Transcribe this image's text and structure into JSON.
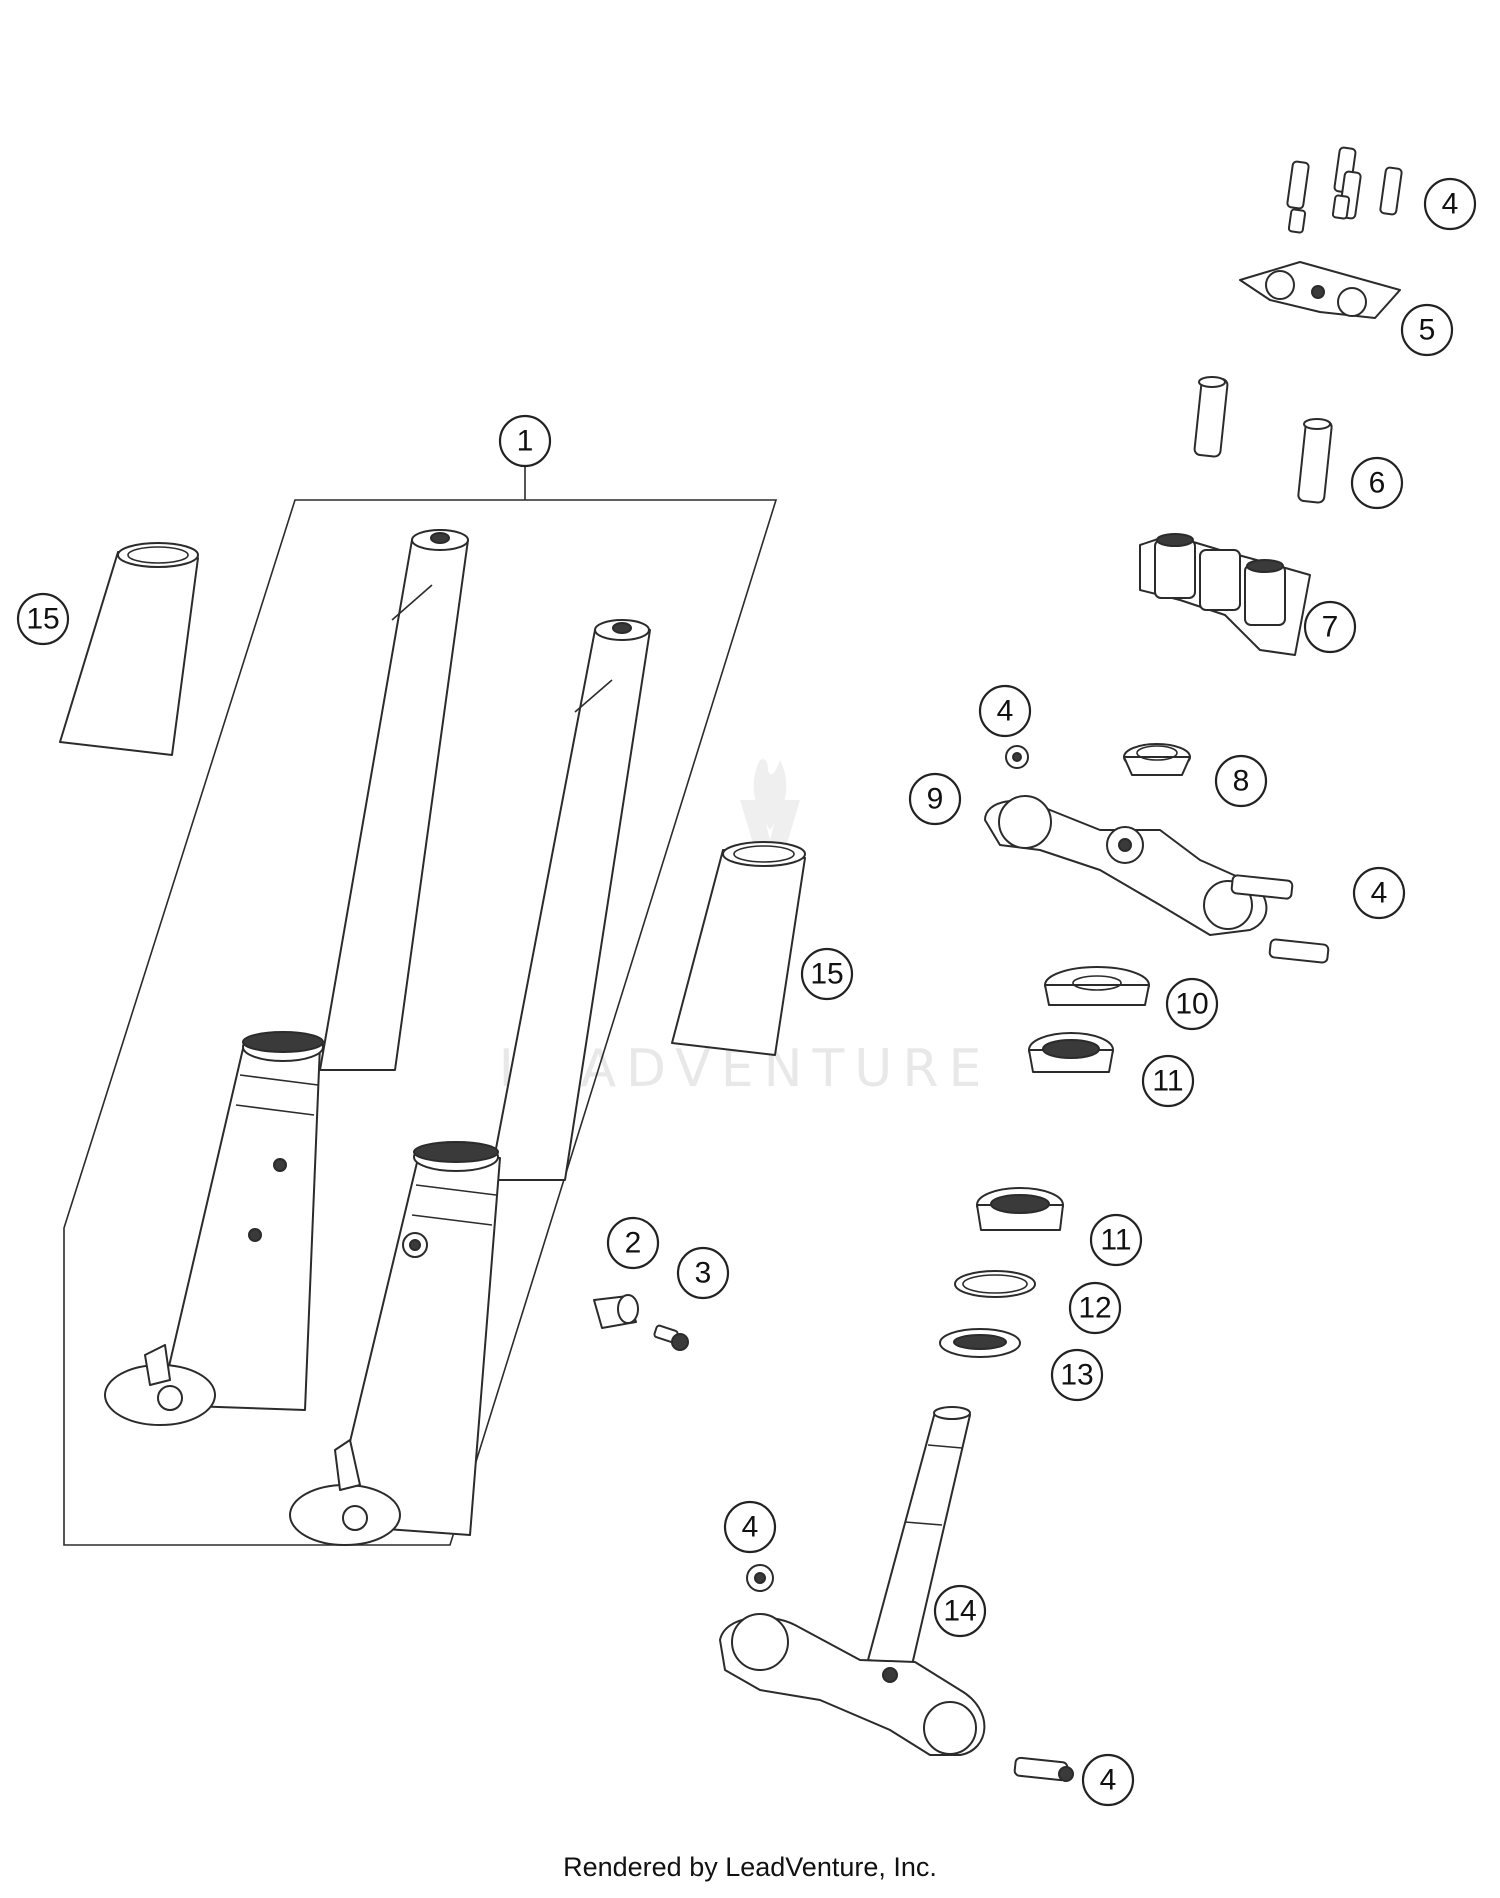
{
  "diagram": {
    "callouts": [
      {
        "id": "c1",
        "label": "1"
      },
      {
        "id": "c15a",
        "label": "15"
      },
      {
        "id": "c15b",
        "label": "15"
      },
      {
        "id": "c4a",
        "label": "4"
      },
      {
        "id": "c5",
        "label": "5"
      },
      {
        "id": "c6",
        "label": "6"
      },
      {
        "id": "c7",
        "label": "7"
      },
      {
        "id": "c4b",
        "label": "4"
      },
      {
        "id": "c8",
        "label": "8"
      },
      {
        "id": "c9",
        "label": "9"
      },
      {
        "id": "c4c",
        "label": "4"
      },
      {
        "id": "c10",
        "label": "10"
      },
      {
        "id": "c11a",
        "label": "11"
      },
      {
        "id": "c11b",
        "label": "11"
      },
      {
        "id": "c12",
        "label": "12"
      },
      {
        "id": "c13",
        "label": "13"
      },
      {
        "id": "c2",
        "label": "2"
      },
      {
        "id": "c3",
        "label": "3"
      },
      {
        "id": "c4d",
        "label": "4"
      },
      {
        "id": "c14",
        "label": "14"
      },
      {
        "id": "c4e",
        "label": "4"
      }
    ]
  },
  "watermark": {
    "text": "LEADVENTURE"
  },
  "footer": {
    "text": "Rendered by LeadVenture, Inc."
  }
}
